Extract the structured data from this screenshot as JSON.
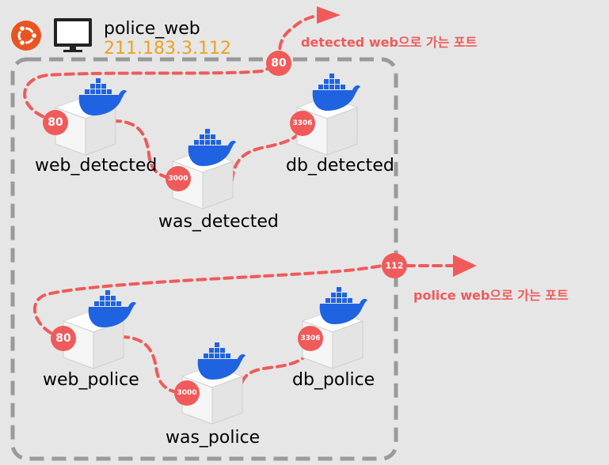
{
  "host": {
    "name": "police_web",
    "ip": "211.183.3.112",
    "os_icon": "ubuntu-icon",
    "machine_icon": "monitor-icon"
  },
  "colors": {
    "accent": "#f05a5a",
    "ip": "#f0a020",
    "docker": "#1f63e0",
    "background": "#e6e6e6",
    "frame": "#9a9a9a"
  },
  "groups": {
    "detected": {
      "web": {
        "label": "web_detected",
        "port": "80"
      },
      "was": {
        "label": "was_detected",
        "port": "3000"
      },
      "db": {
        "label": "db_detected",
        "port": "3306"
      },
      "external_port": "80",
      "note": "detected web으로 가는 포트"
    },
    "police": {
      "web": {
        "label": "web_police",
        "port": "80"
      },
      "was": {
        "label": "was_police",
        "port": "3000"
      },
      "db": {
        "label": "db_police",
        "port": "3306"
      },
      "external_port": "112",
      "note": "police web으로 가는 포트"
    }
  }
}
